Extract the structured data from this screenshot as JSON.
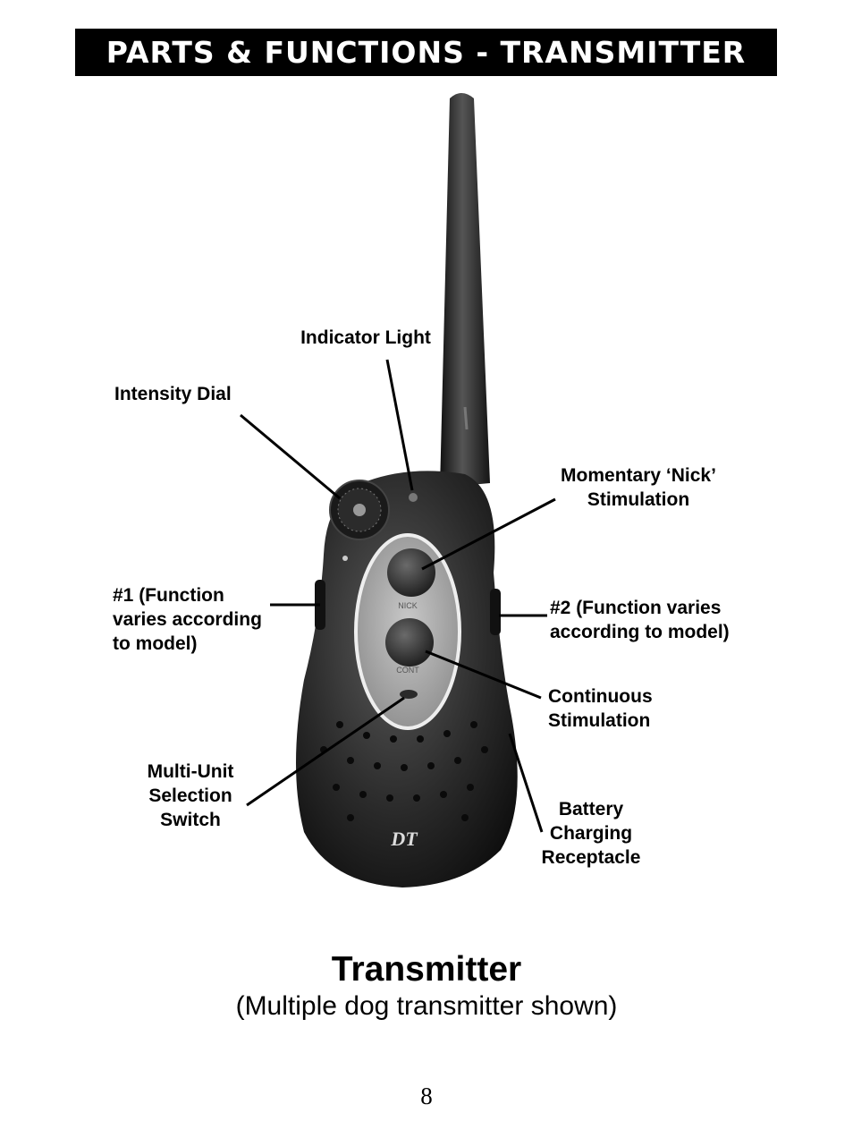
{
  "header": {
    "title": "PARTS & FUNCTIONS - TRANSMITTER"
  },
  "labels": {
    "indicator_light": "Indicator Light",
    "intensity_dial": "Intensity Dial",
    "momentary_nick": "Momentary ‘Nick’\nStimulation",
    "function1": "#1 (Function\nvaries  according\nto model)",
    "function2": "#2 (Function varies\naccording to model)",
    "continuous": "Continuous\nStimulation",
    "multi_unit": "Multi-Unit\nSelection\nSwitch",
    "battery": "Battery\nCharging\nReceptacle"
  },
  "figure": {
    "title": "Transmitter",
    "subtitle": "(Multiple dog transmitter shown)",
    "button_text_top": "NICK",
    "button_text_bottom": "CONT",
    "logo_text": "DT"
  },
  "page_number": "8"
}
